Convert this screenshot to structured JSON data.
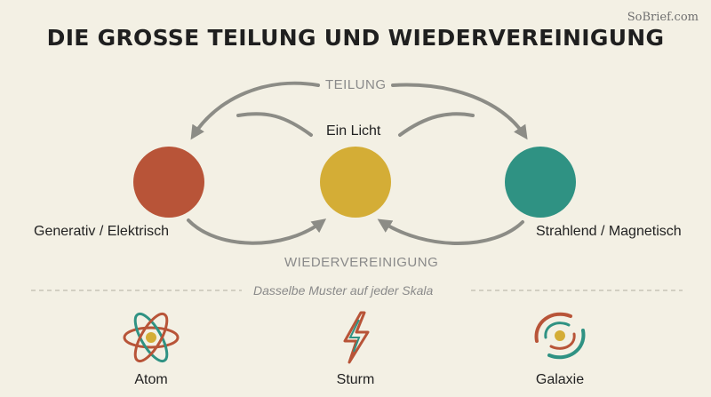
{
  "watermark": "SoBrief.com",
  "title": "DIE GROSSE TEILUNG UND WIEDERVEREINIGUNG",
  "top_flow_label": "TEILUNG",
  "bottom_flow_label": "WIEDERVEREINIGUNG",
  "center_label": "Ein Licht",
  "left_label": "Generativ / Elektrisch",
  "right_label": "Strahlend / Magnetisch",
  "pattern_caption": "Dasselbe Muster auf jeder Skala",
  "scales": [
    {
      "label": "Atom",
      "icon": "atom-icon"
    },
    {
      "label": "Sturm",
      "icon": "lightning-icon"
    },
    {
      "label": "Galaxie",
      "icon": "galaxy-icon"
    }
  ],
  "colors": {
    "left_circle": "#b85438",
    "center_circle": "#d4ad36",
    "right_circle": "#2f9283",
    "arrow": "#8c8c86",
    "background": "#f3f0e4"
  }
}
